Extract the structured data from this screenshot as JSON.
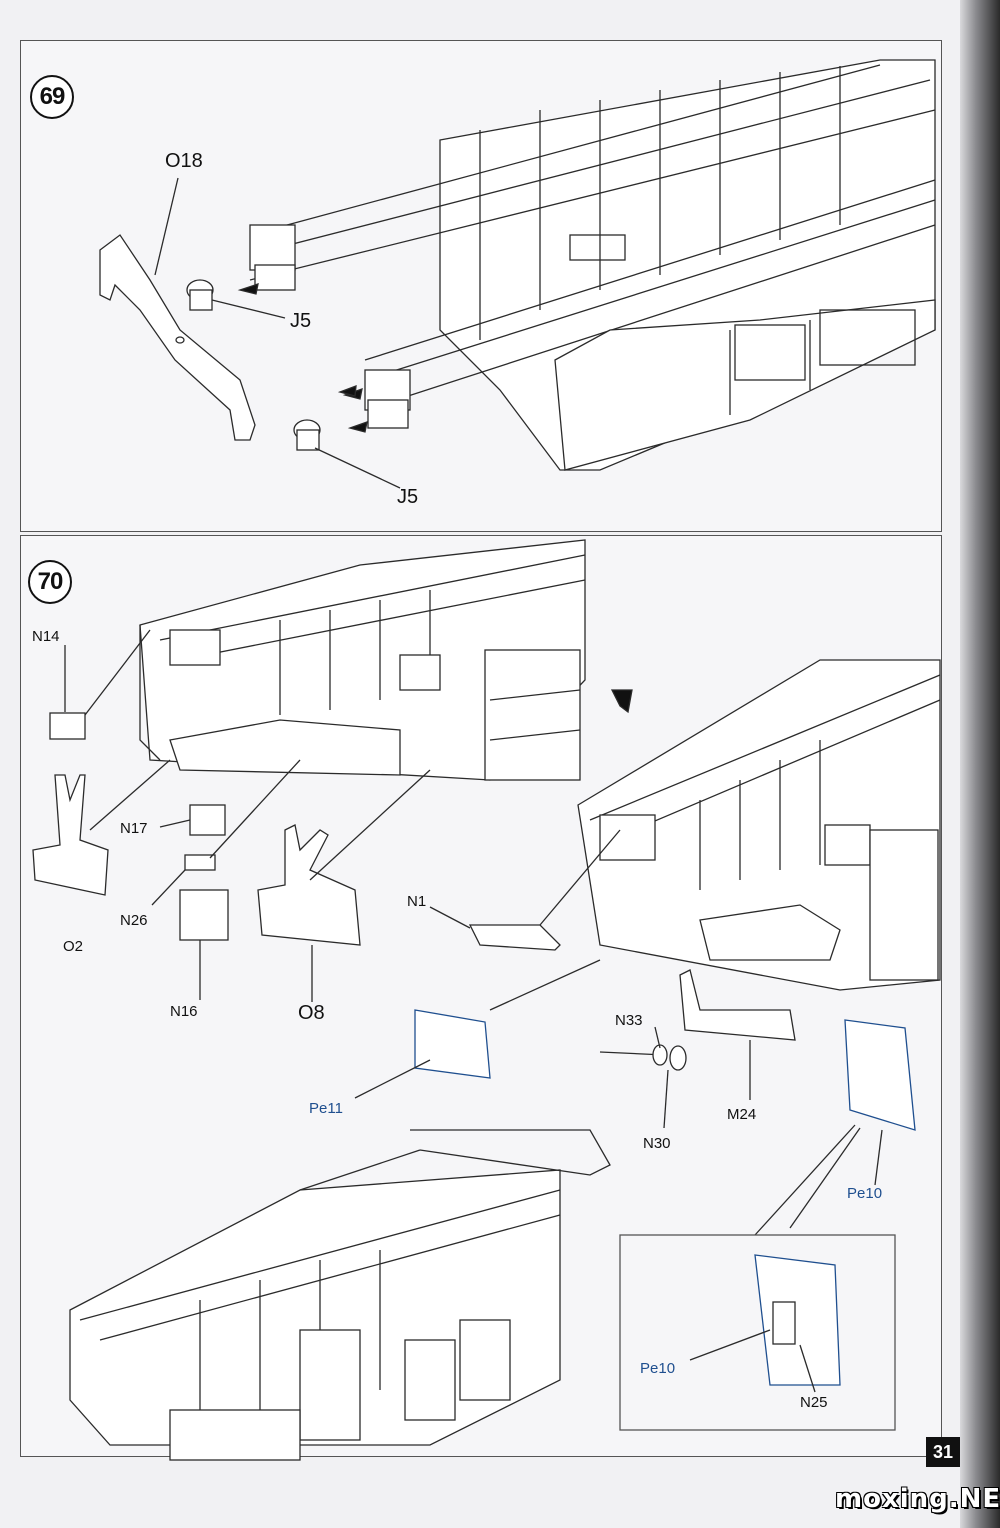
{
  "page_number": "31",
  "watermark": "moxing.NET",
  "step69": {
    "number": "69",
    "labels": {
      "o18": "O18",
      "j5_top": "J5",
      "j5_bottom": "J5"
    }
  },
  "step70": {
    "number": "70",
    "labels": {
      "n14": "N14",
      "n17": "N17",
      "n26": "N26",
      "o2": "O2",
      "n16": "N16",
      "o8": "O8",
      "n1": "N1",
      "pe11": "Pe11",
      "n33": "N33",
      "n30": "N30",
      "m24": "M24",
      "pe10": "Pe10",
      "inset_pe10": "Pe10",
      "n25": "N25"
    }
  },
  "colors": {
    "line": "#2b2b2b",
    "photo_etch": "#1f4f8f"
  }
}
